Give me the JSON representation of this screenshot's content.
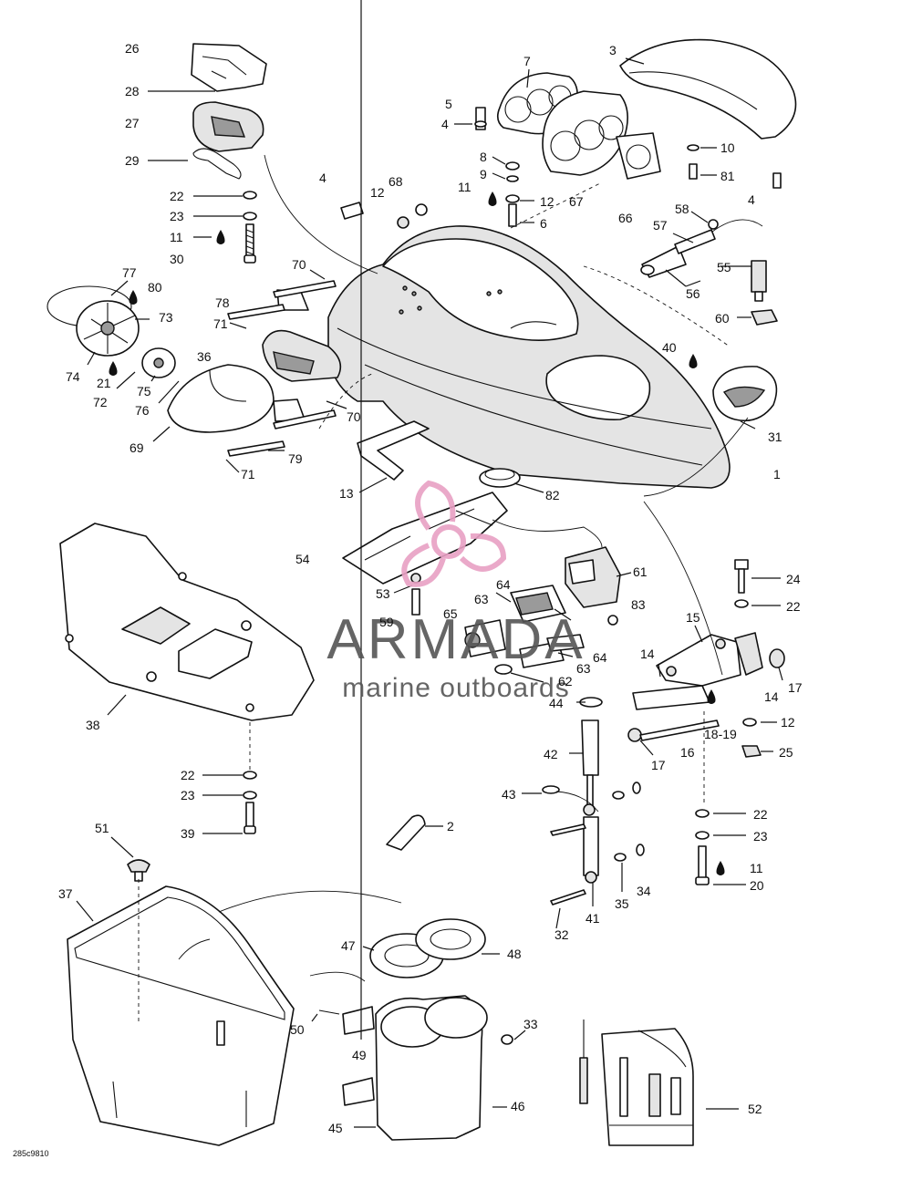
{
  "diagram": {
    "callouts": [
      {
        "id": "c26",
        "label": "26"
      },
      {
        "id": "c28",
        "label": "28"
      },
      {
        "id": "c27",
        "label": "27"
      },
      {
        "id": "c29",
        "label": "29"
      },
      {
        "id": "c22a",
        "label": "22"
      },
      {
        "id": "c23a",
        "label": "23"
      },
      {
        "id": "c11a",
        "label": "11"
      },
      {
        "id": "c30",
        "label": "30"
      },
      {
        "id": "c7",
        "label": "7"
      },
      {
        "id": "c5",
        "label": "5"
      },
      {
        "id": "c4a",
        "label": "4"
      },
      {
        "id": "c8",
        "label": "8"
      },
      {
        "id": "c9",
        "label": "9"
      },
      {
        "id": "c11b",
        "label": "11"
      },
      {
        "id": "c12a",
        "label": "12"
      },
      {
        "id": "c6",
        "label": "6"
      },
      {
        "id": "c67",
        "label": "67"
      },
      {
        "id": "c66",
        "label": "66"
      },
      {
        "id": "c3",
        "label": "3"
      },
      {
        "id": "c10",
        "label": "10"
      },
      {
        "id": "c81",
        "label": "81"
      },
      {
        "id": "c4b",
        "label": "4"
      },
      {
        "id": "c4c",
        "label": "4"
      },
      {
        "id": "c12b",
        "label": "12"
      },
      {
        "id": "c68",
        "label": "68"
      },
      {
        "id": "c58",
        "label": "58"
      },
      {
        "id": "c57",
        "label": "57"
      },
      {
        "id": "c55",
        "label": "55"
      },
      {
        "id": "c56",
        "label": "56"
      },
      {
        "id": "c60",
        "label": "60"
      },
      {
        "id": "c77",
        "label": "77"
      },
      {
        "id": "c80",
        "label": "80"
      },
      {
        "id": "c73",
        "label": "73"
      },
      {
        "id": "c74",
        "label": "74"
      },
      {
        "id": "c21",
        "label": "21"
      },
      {
        "id": "c72",
        "label": "72"
      },
      {
        "id": "c75",
        "label": "75"
      },
      {
        "id": "c76",
        "label": "76"
      },
      {
        "id": "c36",
        "label": "36"
      },
      {
        "id": "c70a",
        "label": "70"
      },
      {
        "id": "c78",
        "label": "78"
      },
      {
        "id": "c71a",
        "label": "71"
      },
      {
        "id": "c70b",
        "label": "70"
      },
      {
        "id": "c69",
        "label": "69"
      },
      {
        "id": "c79",
        "label": "79"
      },
      {
        "id": "c71b",
        "label": "71"
      },
      {
        "id": "c40",
        "label": "40"
      },
      {
        "id": "c31",
        "label": "31"
      },
      {
        "id": "c1",
        "label": "1"
      },
      {
        "id": "c13",
        "label": "13"
      },
      {
        "id": "c82",
        "label": "82"
      },
      {
        "id": "c54",
        "label": "54"
      },
      {
        "id": "c53",
        "label": "53"
      },
      {
        "id": "c59",
        "label": "59"
      },
      {
        "id": "c61",
        "label": "61"
      },
      {
        "id": "c64a",
        "label": "64"
      },
      {
        "id": "c63a",
        "label": "63"
      },
      {
        "id": "c83",
        "label": "83"
      },
      {
        "id": "c65",
        "label": "65"
      },
      {
        "id": "c64b",
        "label": "64"
      },
      {
        "id": "c63b",
        "label": "63"
      },
      {
        "id": "c62",
        "label": "62"
      },
      {
        "id": "c44",
        "label": "44"
      },
      {
        "id": "c24",
        "label": "24"
      },
      {
        "id": "c22b",
        "label": "22"
      },
      {
        "id": "c15",
        "label": "15"
      },
      {
        "id": "c14a",
        "label": "14"
      },
      {
        "id": "c17a",
        "label": "17"
      },
      {
        "id": "c14b",
        "label": "14"
      },
      {
        "id": "c1819",
        "label": "18-19"
      },
      {
        "id": "c12c",
        "label": "12"
      },
      {
        "id": "c16",
        "label": "16"
      },
      {
        "id": "c25",
        "label": "25"
      },
      {
        "id": "c17b",
        "label": "17"
      },
      {
        "id": "c42",
        "label": "42"
      },
      {
        "id": "c43",
        "label": "43"
      },
      {
        "id": "c22c",
        "label": "22"
      },
      {
        "id": "c23c",
        "label": "23"
      },
      {
        "id": "c11c",
        "label": "11"
      },
      {
        "id": "c20",
        "label": "20"
      },
      {
        "id": "c32",
        "label": "32"
      },
      {
        "id": "c41",
        "label": "41"
      },
      {
        "id": "c35",
        "label": "35"
      },
      {
        "id": "c34",
        "label": "34"
      },
      {
        "id": "c38",
        "label": "38"
      },
      {
        "id": "c22d",
        "label": "22"
      },
      {
        "id": "c23d",
        "label": "23"
      },
      {
        "id": "c39",
        "label": "39"
      },
      {
        "id": "c2",
        "label": "2"
      },
      {
        "id": "c51",
        "label": "51"
      },
      {
        "id": "c37",
        "label": "37"
      },
      {
        "id": "c47",
        "label": "47"
      },
      {
        "id": "c48",
        "label": "48"
      },
      {
        "id": "c50",
        "label": "50"
      },
      {
        "id": "c49",
        "label": "49"
      },
      {
        "id": "c33",
        "label": "33"
      },
      {
        "id": "c46",
        "label": "46"
      },
      {
        "id": "c45",
        "label": "45"
      },
      {
        "id": "c52",
        "label": "52"
      }
    ],
    "drawing_code": "285c9810"
  },
  "watermark": {
    "brand": "ARMADA",
    "tagline": "marine outboards",
    "logo_color": "#e8a0c4",
    "brand_color": "#555555"
  }
}
